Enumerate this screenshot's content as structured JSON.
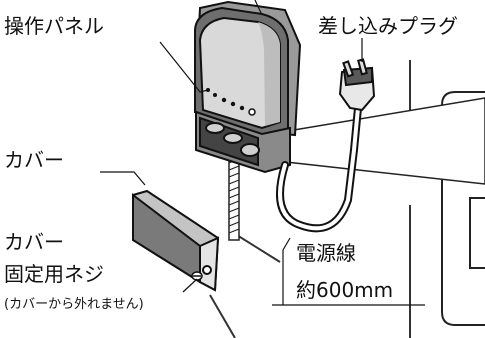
{
  "labels": {
    "operation_panel": "操作パネル",
    "plug": "差し込みプラグ",
    "cover": "カバー",
    "cover_screw_line1": "カバー",
    "cover_screw_line2": "固定用ネジ",
    "cover_screw_note": "(カバーから外れません)",
    "cord_line1": "電源線",
    "cord_line2": "約600mm"
  }
}
